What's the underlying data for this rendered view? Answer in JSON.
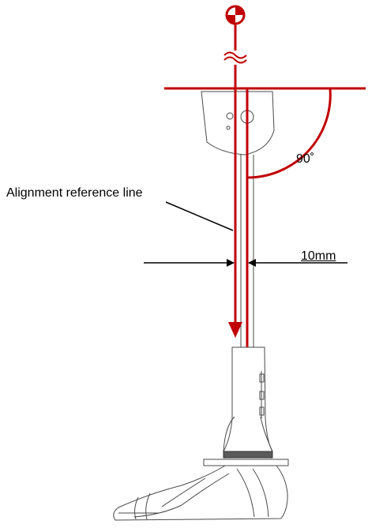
{
  "labels": {
    "reference_line": "Alignment reference line",
    "angle": "90˚",
    "offset": "10mm"
  },
  "colors": {
    "accent": "#c00000",
    "outline": "#4a4a4a",
    "text": "#000000"
  },
  "icons": {
    "top_marker": "center-of-mass-marker-icon",
    "break_symbol": "line-break-icon"
  }
}
